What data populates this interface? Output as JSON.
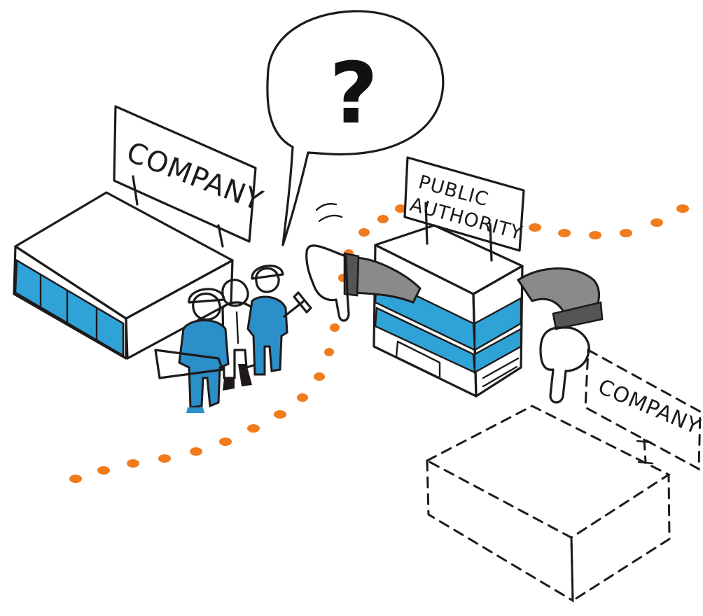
{
  "signs": {
    "company_left": "COMPANY",
    "public_authority_line1": "PUBLIC",
    "public_authority_line2": "AUTHORITY",
    "company_right": "COMPANY"
  },
  "speech_bubble": {
    "text": "?"
  },
  "colors": {
    "ink": "#1f1a1a",
    "building_blue": "#2fa3d8",
    "worker_blue": "#2b8fc9",
    "path_orange": "#f07c1e",
    "sleeve_grey": "#8a8a8a"
  },
  "icons": [
    "thumbs-down-icon",
    "thumbs-down-icon",
    "question-mark-icon"
  ]
}
